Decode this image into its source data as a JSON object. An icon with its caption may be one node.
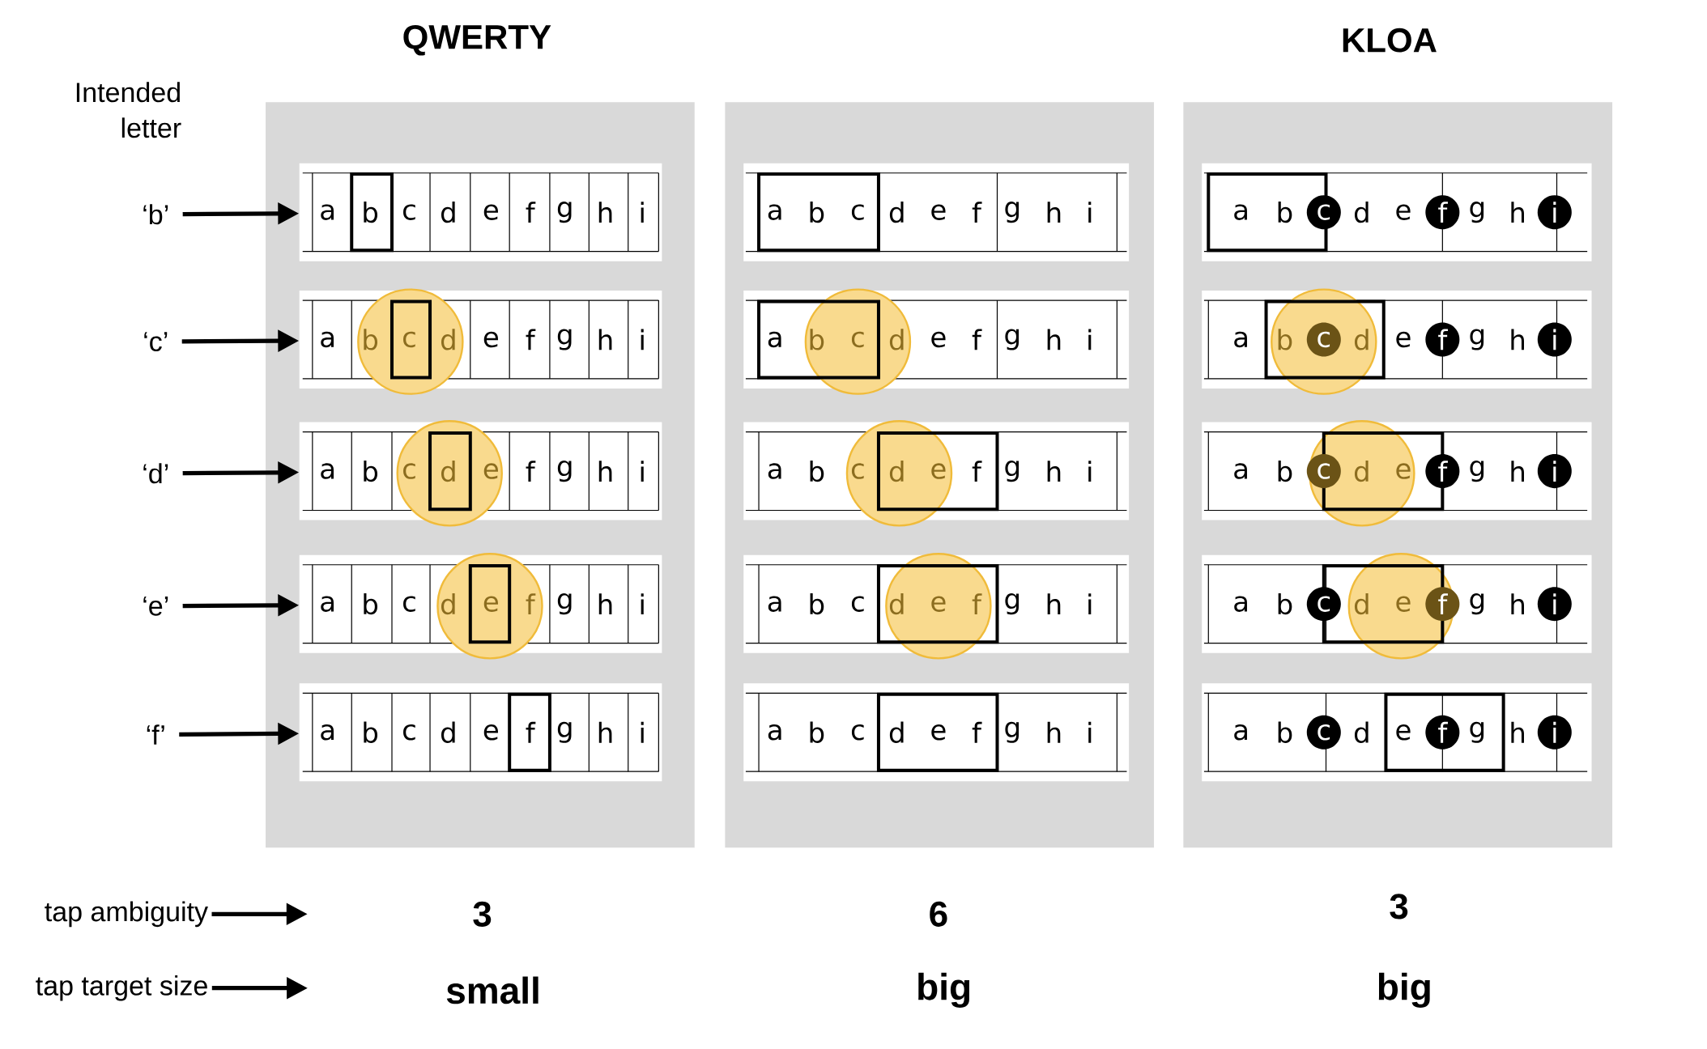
{
  "diagram": {
    "nodes": [
      {
        "text": [
          "QWERTY"
        ]
      },
      {
        "text": [],
        "shape": "box"
      },
      {
        "text": [
          "KLOA"
        ]
      },
      {
        "text": [
          "a",
          "b",
          "c",
          "d",
          "e",
          "f",
          "g",
          "h",
          "i"
        ],
        "in": 0
      },
      {
        "text": [
          "a",
          "b",
          "c",
          "d",
          "e",
          "f",
          "g",
          "h",
          "i"
        ],
        "in": 0
      },
      {
        "text": [
          "a",
          "b",
          "c",
          "d",
          "e",
          "f",
          "g",
          "h",
          "i"
        ],
        "in": 0
      },
      {
        "text": [
          "a",
          "b",
          "c",
          "d",
          "e",
          "f",
          "g",
          "h",
          "i"
        ],
        "in": 0
      },
      {
        "text": [
          "a",
          "b",
          "c",
          "d",
          "e",
          "f",
          "g",
          "h",
          "i"
        ],
        "in": 0
      },
      {
        "text": [
          "a",
          "b",
          "c",
          "d",
          "e",
          "f",
          "g",
          "h",
          "i"
        ],
        "in": 1
      },
      {
        "text": [
          "a",
          "b",
          "c",
          "d",
          "e",
          "f",
          "g",
          "h",
          "i"
        ],
        "in": 1
      },
      {
        "text": [
          "a",
          "b",
          "c",
          "d",
          "e",
          "f",
          "g",
          "h",
          "i"
        ],
        "in": 1
      },
      {
        "text": [
          "a",
          "b",
          "c",
          "d",
          "e",
          "f",
          "g",
          "h",
          "i"
        ],
        "in": 1
      },
      {
        "text": [
          "a",
          "b",
          "c",
          "d",
          "e",
          "f",
          "g",
          "h",
          "i"
        ],
        "in": 1
      },
      {
        "text": [
          "a",
          "b",
          "c",
          "d",
          "e",
          "f",
          "g",
          "h",
          "i"
        ],
        "in": 2
      },
      {
        "text": [
          "a",
          "b",
          "c",
          "d",
          "e",
          "f",
          "g",
          "h",
          "i"
        ],
        "in": 2
      },
      {
        "text": [
          "a",
          "b",
          "c",
          "d",
          "e",
          "f",
          "g",
          "h",
          "i"
        ],
        "in": 2
      },
      {
        "text": [
          "a",
          "b",
          "c",
          "d",
          "e",
          "f",
          "g",
          "h",
          "i"
        ],
        "in": 2
      },
      {
        "text": [
          "a",
          "b",
          "c",
          "d",
          "e",
          "f",
          "g",
          "h",
          "i"
        ],
        "in": 2
      },
      {
        "text": [
          "‘b’"
        ]
      },
      {
        "text": [
          "‘c’"
        ]
      },
      {
        "text": [
          "‘d’"
        ]
      },
      {
        "text": [
          "‘e’"
        ]
      },
      {
        "text": [
          "‘f’"
        ]
      },
      {
        "text": [
          "tap ambiguity"
        ]
      },
      {
        "text": [
          "tap target size"
        ]
      }
    ],
    "edges": [
      {
        "from": 18,
        "to": 3,
        "arrow": "to"
      },
      {
        "from": 19,
        "to": 4,
        "arrow": "to"
      },
      {
        "from": 20,
        "to": 5,
        "arrow": "to"
      },
      {
        "from": 21,
        "to": 6,
        "arrow": "to"
      },
      {
        "from": 22,
        "to": 7,
        "arrow": "to"
      },
      {
        "from": 23,
        "to": null,
        "arrow": "to"
      },
      {
        "from": 24,
        "to": null,
        "arrow": "to"
      }
    ],
    "labels": [
      "Intended letter",
      "3",
      "6",
      "3",
      "small",
      "big",
      "big"
    ]
  }
}
